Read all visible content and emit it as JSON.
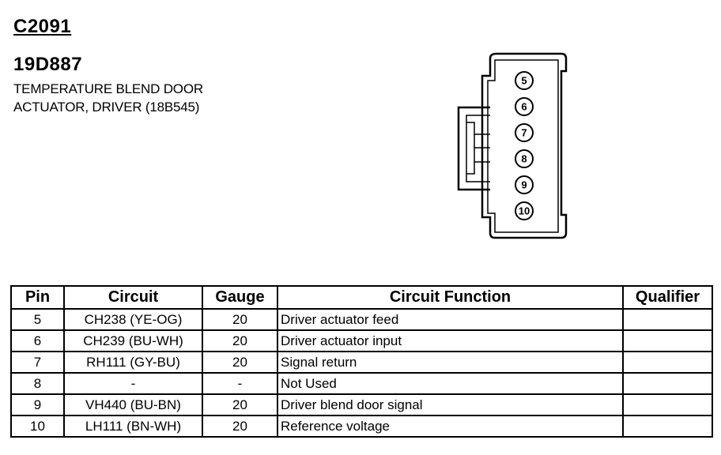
{
  "header": {
    "connector_id": "C2091",
    "part_number": "19D887",
    "description_line1": "TEMPERATURE BLEND DOOR",
    "description_line2": "ACTUATOR, DRIVER (18B545)"
  },
  "connector_pins": [
    "5",
    "6",
    "7",
    "8",
    "9",
    "10"
  ],
  "table": {
    "headers": {
      "pin": "Pin",
      "circuit": "Circuit",
      "gauge": "Gauge",
      "function": "Circuit Function",
      "qualifier": "Qualifier"
    },
    "rows": [
      {
        "pin": "5",
        "circuit": "CH238 (YE-OG)",
        "gauge": "20",
        "function": "Driver actuator feed",
        "qualifier": ""
      },
      {
        "pin": "6",
        "circuit": "CH239 (BU-WH)",
        "gauge": "20",
        "function": "Driver actuator input",
        "qualifier": ""
      },
      {
        "pin": "7",
        "circuit": "RH111 (GY-BU)",
        "gauge": "20",
        "function": "Signal return",
        "qualifier": ""
      },
      {
        "pin": "8",
        "circuit": "-",
        "gauge": "-",
        "function": "Not Used",
        "qualifier": ""
      },
      {
        "pin": "9",
        "circuit": "VH440 (BU-BN)",
        "gauge": "20",
        "function": "Driver blend door signal",
        "qualifier": ""
      },
      {
        "pin": "10",
        "circuit": "LH111 (BN-WH)",
        "gauge": "20",
        "function": "Reference voltage",
        "qualifier": ""
      }
    ]
  }
}
